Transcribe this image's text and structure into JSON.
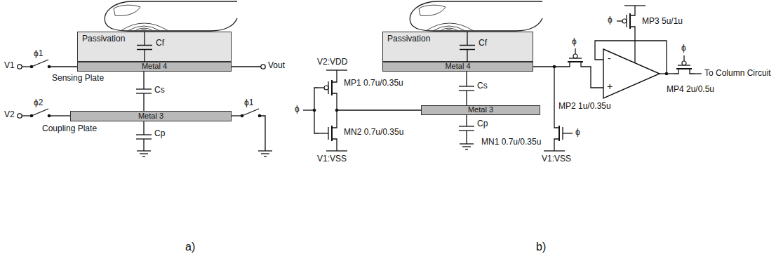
{
  "diagram": {
    "nodes": [
      {
        "text": [
          "Passivation"
        ]
      },
      {
        "text": [
          "Metal 4"
        ]
      },
      {
        "text": [
          "Metal 3"
        ]
      },
      {
        "text": [
          "Passivation"
        ]
      },
      {
        "text": [
          "Metal 4"
        ]
      },
      {
        "text": [
          "Metal 3"
        ]
      }
    ],
    "edges": [
      {
        "from": 1,
        "to": 2,
        "arrow": "none"
      },
      {
        "from": 4,
        "to": 5,
        "arrow": "none"
      }
    ],
    "labels": [
      "ϕ1",
      "V1",
      "Cf",
      "Vout",
      "Sensing Plate",
      "Cs",
      "ϕ2",
      "V2",
      "ϕ1",
      "Coupling Plate",
      "Cp",
      "a)",
      "Cf",
      "Cs",
      "Cp",
      "V2:VDD",
      "MP1 0.7u/0.35u",
      "ϕ",
      "MN2 0.7u/0.35u",
      "V1:VSS",
      "ϕ",
      "MP2 1u/0.35u",
      "MN1 0.7u/0.35u",
      "ϕ",
      "V1:VSS",
      "ϕ",
      "MP3 5u/1u",
      "-",
      "+",
      "ϕ",
      "MP4 2u/0.5u",
      "To Column Circuit",
      "b)"
    ]
  }
}
